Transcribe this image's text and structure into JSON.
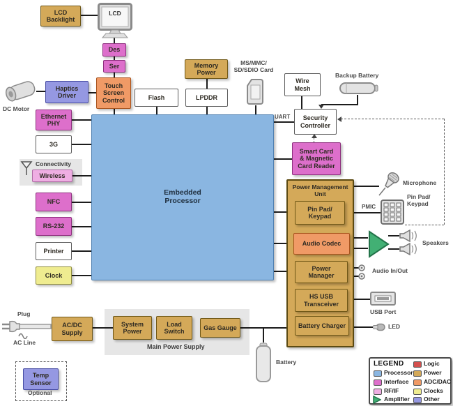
{
  "nodes": {
    "lcd_backlight": "LCD\nBacklight",
    "lcd": "LCD",
    "des": "Des",
    "ser": "Ser",
    "touch": "Touch\nScreen\nControl",
    "haptics": "Haptics\nDriver",
    "ethernet": "Ethernet\nPHY",
    "g3": "3G",
    "connectivity": "Connectivity",
    "wireless": "Wireless",
    "nfc": "NFC",
    "rs232": "RS-232",
    "printer": "Printer",
    "clock": "Clock",
    "processor": "Embedded\nProcessor",
    "memory_power": "Memory\nPower",
    "flash": "Flash",
    "lpddr": "LPDDR",
    "wire_mesh": "Wire\nMesh",
    "security": "Security\nController",
    "smart_card": "Smart Card\n& Magnetic\nCard Reader",
    "pmu": "Power Management\nUnit",
    "pin_pad": "Pin Pad/\nKeypad",
    "audio_codec": "Audio Codec",
    "power_manager": "Power\nManager",
    "hs_usb": "HS USB\nTransceiver",
    "battery_charger": "Battery Charger",
    "acdc": "AC/DC\nSupply",
    "system_power": "System\nPower",
    "load_switch": "Load\nSwitch",
    "gas_gauge": "Gas Gauge",
    "temp_sensor": "Temp\nSensor"
  },
  "labels": {
    "dc_motor": "DC Motor",
    "ms_card": "MS/MMC/\nSD/SDIO Card",
    "backup_battery": "Backup Battery",
    "uart": "UART",
    "microphone": "Microphone",
    "pmic": "PMIC",
    "pin_pad_ext": "Pin Pad/\nKeypad",
    "speakers": "Speakers",
    "audio_in_out": "Audio In/Out",
    "usb_port": "USB Port",
    "led": "LED",
    "plug": "Plug",
    "ac_line": "AC Line",
    "main_power_supply": "Main Power Supply",
    "battery": "Battery",
    "optional": "Optional"
  },
  "legend": {
    "title": "LEGEND",
    "items": [
      {
        "label": "Processor",
        "type": "processor",
        "color": "#8ab6e1"
      },
      {
        "label": "Interface",
        "type": "interface",
        "color": "#dd6fcb"
      },
      {
        "label": "RF/IF",
        "type": "rfif",
        "color": "#efaee3"
      },
      {
        "label": "Amplifier",
        "type": "amplifier",
        "color": "#42b074"
      },
      {
        "label": "Logic",
        "type": "logic",
        "color": "#d4504e"
      },
      {
        "label": "Power",
        "type": "power",
        "color": "#d4a959"
      },
      {
        "label": "ADC/DAC",
        "type": "adcdac",
        "color": "#f09a66"
      },
      {
        "label": "Clocks",
        "type": "clocks",
        "color": "#efec90"
      },
      {
        "label": "Other",
        "type": "other",
        "color": "#9598e2"
      }
    ]
  }
}
